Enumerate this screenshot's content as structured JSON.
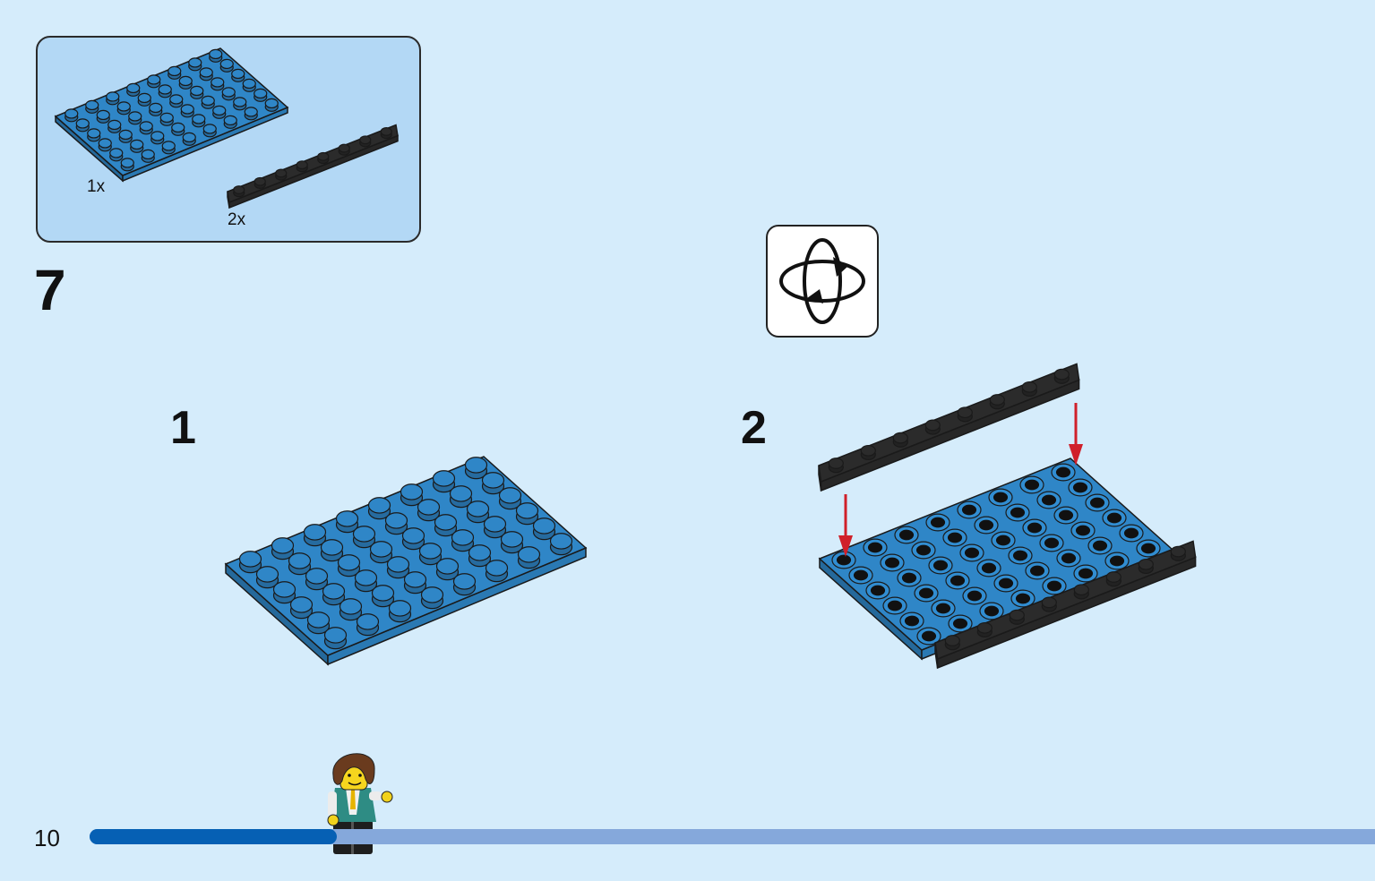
{
  "step": {
    "number": "7"
  },
  "parts": [
    {
      "qty": "1x",
      "name": "blue-plate-6x8"
    },
    {
      "qty": "2x",
      "name": "black-plate-1x8"
    }
  ],
  "substeps": [
    {
      "label": "1"
    },
    {
      "label": "2"
    }
  ],
  "icons": {
    "rotate": "rotate-model-icon"
  },
  "footer": {
    "page_number": "10",
    "progress": 0.19
  },
  "colors": {
    "background": "#d5ecfb",
    "parts_box": "#b3d8f5",
    "brick_blue": "#2f86c7",
    "brick_black": "#2b2b2b",
    "arrow_red": "#d0202a",
    "progress_fill": "#0660b4",
    "progress_track": "#85a8db"
  }
}
